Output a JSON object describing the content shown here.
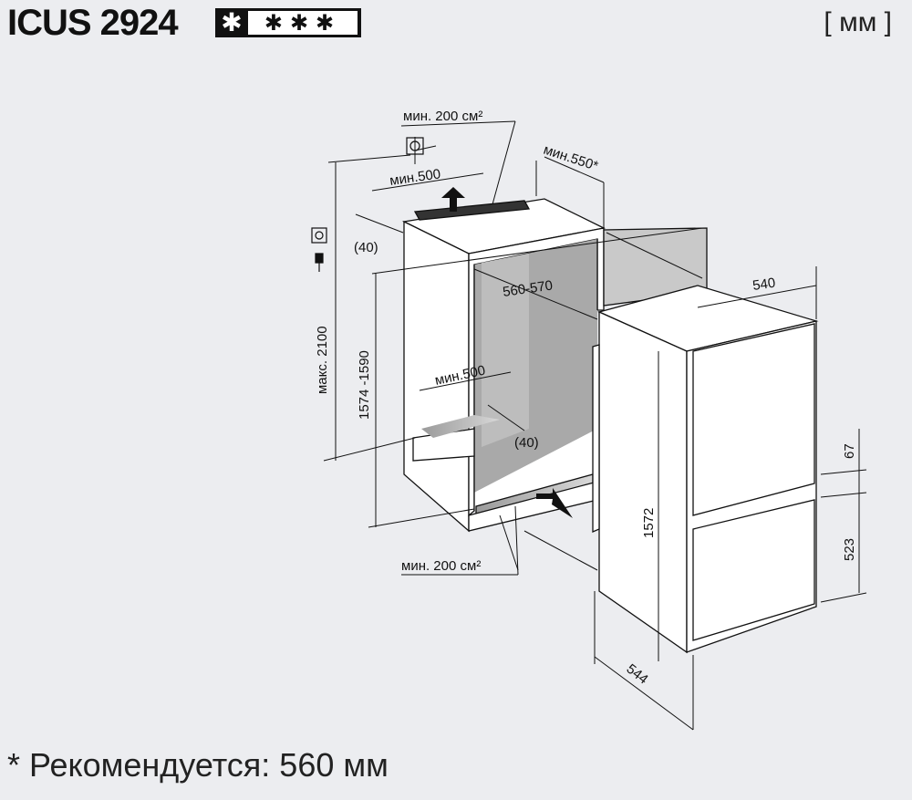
{
  "header": {
    "model": "ICUS 2924",
    "star_first": "✱",
    "star_rest": "✱✱✱",
    "unit": "[ мм ]"
  },
  "dimensions": {
    "top_vent": "мин. 200 см²",
    "min550": "мин.550*",
    "min500_top": "мин.500",
    "gap40_top": "(40)",
    "max2100": "макс. 2100",
    "niche_height": "1574 -1590",
    "niche_width": "560-570",
    "depth540": "540",
    "min500_bottom": "мин.500",
    "gap40_bottom": "(40)",
    "height1572": "1572",
    "dim67": "67",
    "dim523": "523",
    "bottom_vent": "мин. 200 см²",
    "depth544": "544"
  },
  "colors": {
    "background": "#ecedf0",
    "line": "#111111",
    "shade": "#b9b9b9"
  },
  "footnote": "* Рекомендуется: 560 мм"
}
